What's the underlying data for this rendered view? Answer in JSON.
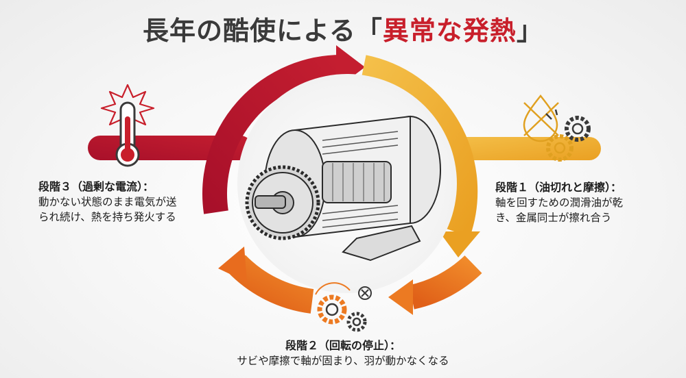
{
  "title": {
    "prefix": "長年の酷使による「",
    "highlight": "異常な発熱",
    "suffix": "」"
  },
  "stages": {
    "stage1": {
      "heading": "段階１（油切れと摩擦）：",
      "line1": "軸を回すための潤滑油が乾",
      "line2": "き、金属同士が擦れ合う"
    },
    "stage2": {
      "heading": "段階２（回転の停止）：",
      "line1": "サビや摩擦で軸が固まり、羽が動かなくなる"
    },
    "stage3": {
      "heading": "段階３（過剰な電流）：",
      "line1": "動かない状態のまま電気が送",
      "line2": "られ続け、熱を持ち発火する"
    }
  },
  "colors": {
    "stage1_yellow": "#f0b030",
    "stage2_orange": "#ec7a22",
    "stage3_red": "#b8152b",
    "title_highlight": "#c81f2b",
    "title_text": "#3a3a3a"
  },
  "icons": {
    "stage1": [
      "no-oil-drop-icon",
      "gears-icon"
    ],
    "stage2": [
      "stopped-gears-icon",
      "blocked-x-icon"
    ],
    "stage3": [
      "thermometer-icon",
      "flame-burst-icon"
    ],
    "center": "electric-motor-icon"
  }
}
